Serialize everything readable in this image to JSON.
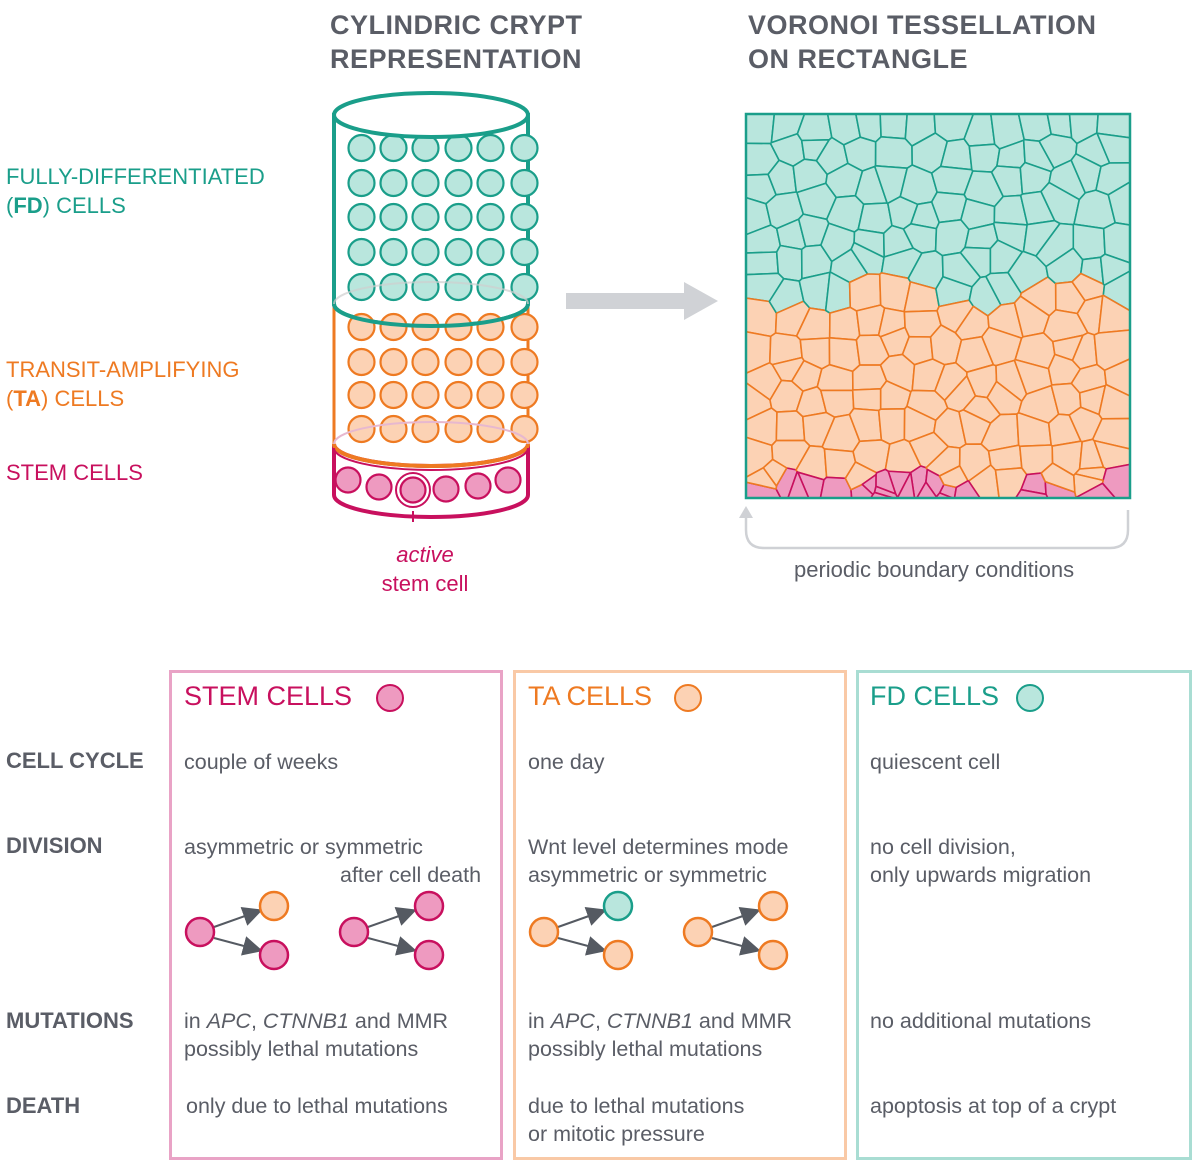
{
  "headings": {
    "cylinder_line1": "CYLINDRIC CRYPT",
    "cylinder_line2": "REPRESENTATION",
    "voronoi_line1": "VORONOI TESSELLATION",
    "voronoi_line2": "ON RECTANGLE"
  },
  "side_labels": {
    "fd_line1": "FULLY-DIFFERENTIATED",
    "fd_open": "(",
    "fd_abbr": "FD",
    "fd_close": ") CELLS",
    "ta_line1": "TRANSIT-AMPLIFYING",
    "ta_open": "(",
    "ta_abbr": "TA",
    "ta_close": ") CELLS",
    "stem": "STEM CELLS"
  },
  "active_stem": {
    "line1": "active",
    "line2": "stem cell"
  },
  "periodic_label": "periodic boundary conditions",
  "row_labels": {
    "cell_cycle": "CELL CYCLE",
    "division": "DIVISION",
    "mutations": "MUTATIONS",
    "death": "DEATH"
  },
  "boxes": {
    "stem": {
      "title": "STEM CELLS",
      "cell_cycle": "couple of weeks",
      "division_line1": "asymmetric or symmetric",
      "division_line2": "after cell death",
      "mut_in": "in ",
      "mut_apc": "APC",
      "mut_comma": ", ",
      "mut_ctnnb1": "CTNNB1",
      "mut_mmr": " and MMR",
      "mut_line2": "possibly lethal mutations",
      "death_line1": "only due to lethal mutations"
    },
    "ta": {
      "title": "TA CELLS",
      "cell_cycle": "one day",
      "division_line1": "Wnt level determines mode",
      "division_line2": "asymmetric or symmetric",
      "mut_in": "in ",
      "mut_apc": "APC",
      "mut_comma": ", ",
      "mut_ctnnb1": "CTNNB1",
      "mut_mmr": " and MMR",
      "mut_line2": "possibly lethal mutations",
      "death_line1": "due to lethal mutations",
      "death_line2": "or mitotic pressure"
    },
    "fd": {
      "title": "FD CELLS",
      "cell_cycle": "quiescent cell",
      "division_line1": "no cell division,",
      "division_line2": "only upwards migration",
      "mutations": "no additional mutations",
      "death_line1": "apoptosis at top of a crypt"
    }
  },
  "colors": {
    "fd": "#1a9e8a",
    "fd_fill": "#b9e6dd",
    "ta": "#ee7a22",
    "ta_fill": "#fcd2b4",
    "stem": "#c8105e",
    "stem_fill": "#ee9ac0",
    "stem_box_border": "#e9a3c6",
    "ta_box_border": "#f9c9a6",
    "fd_box_border": "#a9ddd3",
    "text": "#5a5d66",
    "arrow": "#d0d2d6"
  }
}
